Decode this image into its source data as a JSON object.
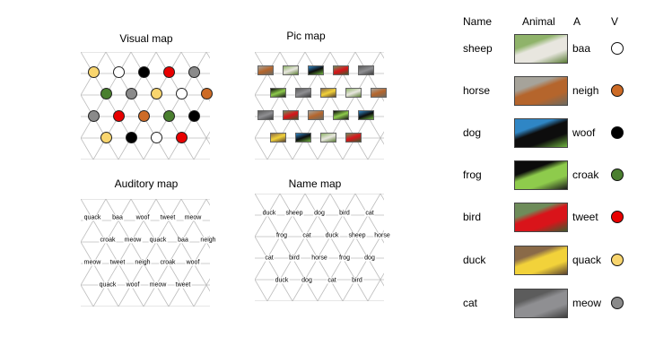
{
  "animals": [
    {
      "name": "sheep",
      "sound": "baa",
      "color": "#ffffff",
      "photo": [
        "#8fb36a",
        "#e8e6df",
        "#5b7d36"
      ]
    },
    {
      "name": "horse",
      "sound": "neigh",
      "color": "#cd6b26",
      "photo": [
        "#a6a39a",
        "#b5652c",
        "#6d6a60"
      ]
    },
    {
      "name": "dog",
      "sound": "woof",
      "color": "#000000",
      "photo": [
        "#2f86c5",
        "#0d0d0d",
        "#6fb43f"
      ]
    },
    {
      "name": "frog",
      "sound": "croak",
      "color": "#4a7f2f",
      "photo": [
        "#0b0b0b",
        "#8ecb4c",
        "#1a1a1a"
      ]
    },
    {
      "name": "bird",
      "sound": "tweet",
      "color": "#e80000",
      "photo": [
        "#6e8c5a",
        "#d9141a",
        "#3f5a2e"
      ]
    },
    {
      "name": "duck",
      "sound": "quack",
      "color": "#f8d56e",
      "photo": [
        "#8a6a48",
        "#f2d23a",
        "#5b4430"
      ]
    },
    {
      "name": "cat",
      "sound": "meow",
      "color": "#8a8a8a",
      "photo": [
        "#5c5c5c",
        "#8f8f92",
        "#3e3e3e"
      ]
    }
  ],
  "table": {
    "headers": {
      "name": "Name",
      "animal": "Animal",
      "a": "A",
      "v": "V"
    }
  },
  "maps": {
    "visual": {
      "title": "Visual map",
      "rows": [
        [
          "duck",
          "sheep",
          "dog",
          "bird",
          "cat"
        ],
        [
          "frog",
          "cat",
          "duck",
          "sheep",
          "horse"
        ],
        [
          "cat",
          "bird",
          "horse",
          "frog",
          "dog"
        ],
        [
          "duck",
          "dog",
          "sheep",
          "bird"
        ]
      ]
    },
    "pic": {
      "title": "Pic map",
      "rows": [
        [
          "horse",
          "sheep",
          "dog",
          "bird",
          "cat"
        ],
        [
          "frog",
          "cat",
          "duck",
          "sheep",
          "horse"
        ],
        [
          "cat",
          "bird",
          "horse",
          "frog",
          "dog"
        ],
        [
          "duck",
          "dog",
          "sheep",
          "bird"
        ]
      ]
    },
    "auditory": {
      "title": "Auditory map",
      "rows": [
        [
          "quack",
          "baa",
          "woof",
          "tweet",
          "meow"
        ],
        [
          "croak",
          "meow",
          "quack",
          "baa",
          "neigh"
        ],
        [
          "meow",
          "tweet",
          "neigh",
          "croak",
          "woof"
        ],
        [
          "quack",
          "woof",
          "meow",
          "tweet"
        ]
      ]
    },
    "name": {
      "title": "Name map",
      "rows": [
        [
          "duck",
          "sheep",
          "dog",
          "bird",
          "cat"
        ],
        [
          "frog",
          "cat",
          "duck",
          "sheep",
          "horse"
        ],
        [
          "cat",
          "bird",
          "horse",
          "frog",
          "dog"
        ],
        [
          "duck",
          "dog",
          "cat",
          "bird"
        ]
      ]
    }
  }
}
